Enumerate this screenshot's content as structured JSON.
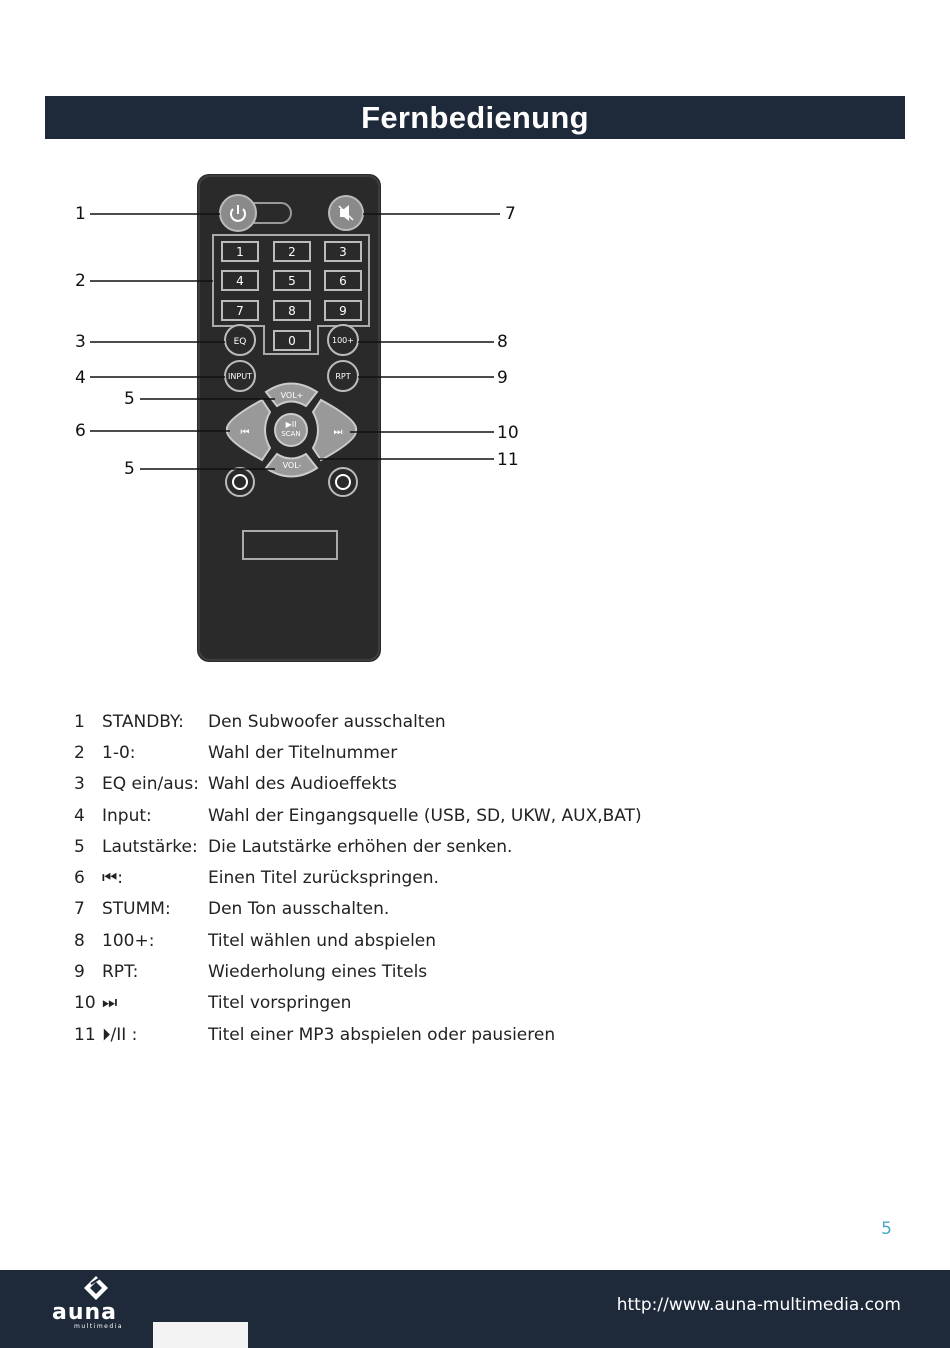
{
  "title": "Fernbedienung",
  "remote": {
    "digits": [
      "1",
      "2",
      "3",
      "4",
      "5",
      "6",
      "7",
      "8",
      "9",
      "0"
    ],
    "eq": "EQ",
    "hundred": "100+",
    "input": "INPUT",
    "rpt": "RPT",
    "vol_up": "VOL+",
    "vol_down": "VOL-",
    "scan": "SCAN",
    "play_pause_symbol": "▶II",
    "prev_symbol": "⏮",
    "next_symbol": "⏭"
  },
  "callouts": [
    {
      "label": "1"
    },
    {
      "label": "2"
    },
    {
      "label": "3"
    },
    {
      "label": "4"
    },
    {
      "label": "5"
    },
    {
      "label": "6"
    },
    {
      "label": "5"
    },
    {
      "label": "7"
    },
    {
      "label": "8"
    },
    {
      "label": "9"
    },
    {
      "label": "10"
    },
    {
      "label": "11"
    }
  ],
  "legend": [
    {
      "num": "1",
      "key": "STANDBY:",
      "desc": "Den Subwoofer ausschalten"
    },
    {
      "num": "2",
      "key": "1-0:",
      "desc": "Wahl der Titelnummer"
    },
    {
      "num": "3",
      "key": "EQ ein/aus:",
      "desc": "Wahl des Audioeffekts"
    },
    {
      "num": "4",
      "key": "Input:",
      "desc": "Wahl der Eingangsquelle (USB, SD, UKW, AUX,BAT)"
    },
    {
      "num": "5",
      "key": "Lautstärke:",
      "desc": "Die Lautstärke erhöhen der senken."
    },
    {
      "num": "6",
      "key": " ⏮:",
      "desc": "Einen Titel zurückspringen."
    },
    {
      "num": "7",
      "key": "STUMM:",
      "desc": "Den Ton ausschalten."
    },
    {
      "num": "8",
      "key": "100+:",
      "desc": "Titel wählen und abspielen"
    },
    {
      "num": "9",
      "key": "RPT:",
      "desc": "Wiederholung eines Titels"
    },
    {
      "num": "10",
      "key": " ⏭",
      "desc": "Titel vorspringen"
    },
    {
      "num": "11",
      "key": "  ⏵/II :",
      "desc": "Titel einer MP3 abspielen oder pausieren"
    }
  ],
  "page_number": "5",
  "footer": {
    "url": "http://www.auna-multimedia.com",
    "brand": "auna",
    "brand_sub": "multimedia"
  }
}
